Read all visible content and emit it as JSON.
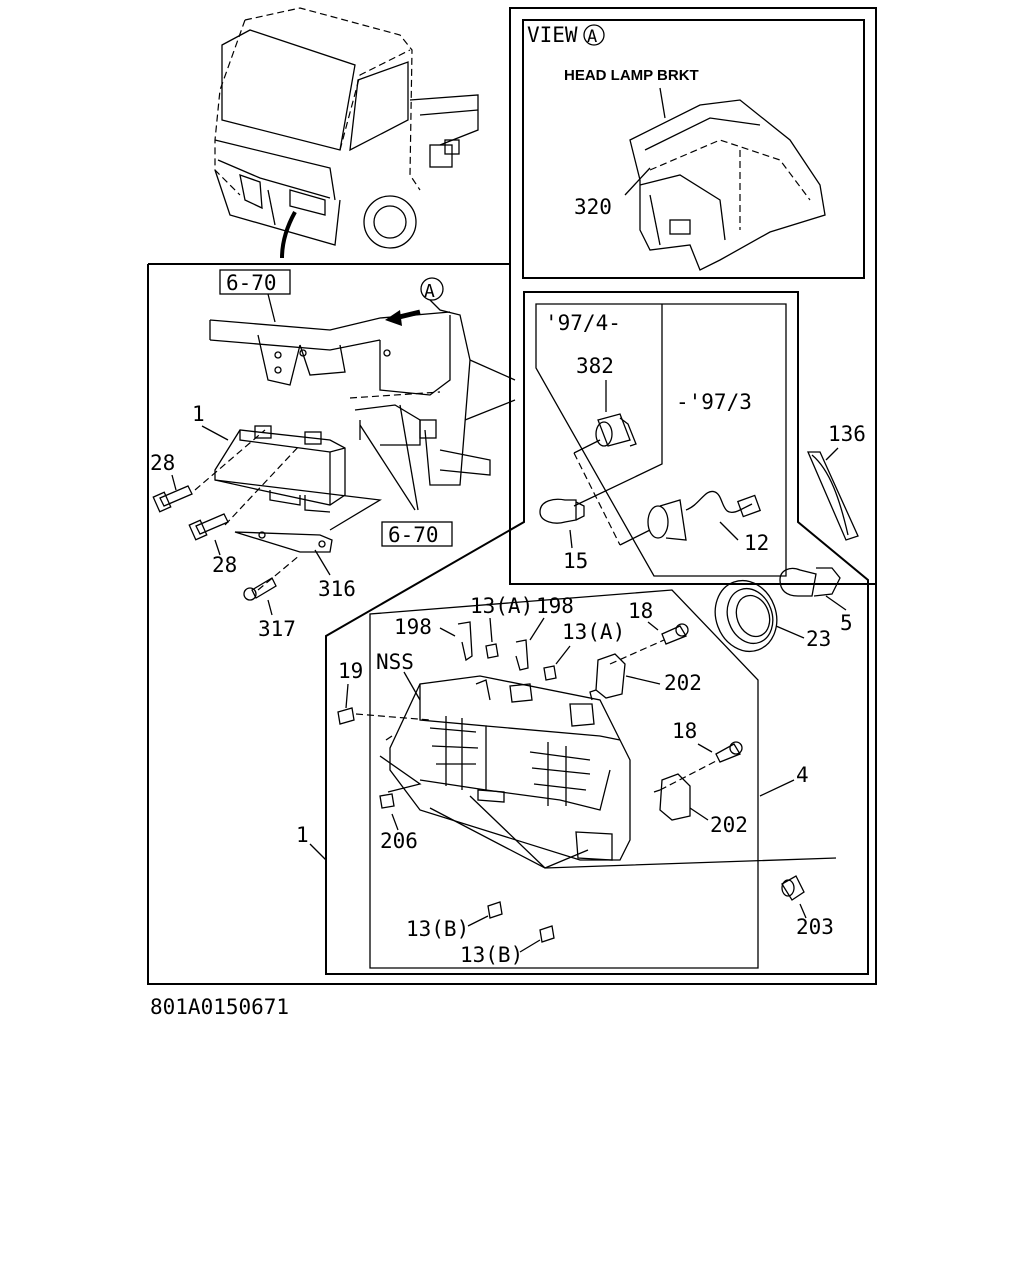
{
  "view_a": {
    "title": "VIEW",
    "marker": "A",
    "bracket_label": "HEAD LAMP BRKT",
    "part": "320"
  },
  "ref_box_top": "6-70",
  "ref_box_mid": "6-70",
  "arrow_marker": "A",
  "variant_new": "'97/4-",
  "variant_old": "-'97/3",
  "nss_label": "NSS",
  "callouts": {
    "c1_top": "1",
    "c28_a": "28",
    "c28_b": "28",
    "c316": "316",
    "c317": "317",
    "c382": "382",
    "c15": "15",
    "c12": "12",
    "c136": "136",
    "c5": "5",
    "c23": "23",
    "c198_a": "198",
    "c198_b": "198",
    "c13a_1": "13(A)",
    "c13a_2": "13(A)",
    "c18_a": "18",
    "c18_b": "18",
    "c19": "19",
    "c202_a": "202",
    "c202_b": "202",
    "c4": "4",
    "c1_bottom": "1",
    "c206": "206",
    "c203": "203",
    "c13b_1": "13(B)",
    "c13b_2": "13(B)"
  },
  "diagram_code": "801A0150671"
}
